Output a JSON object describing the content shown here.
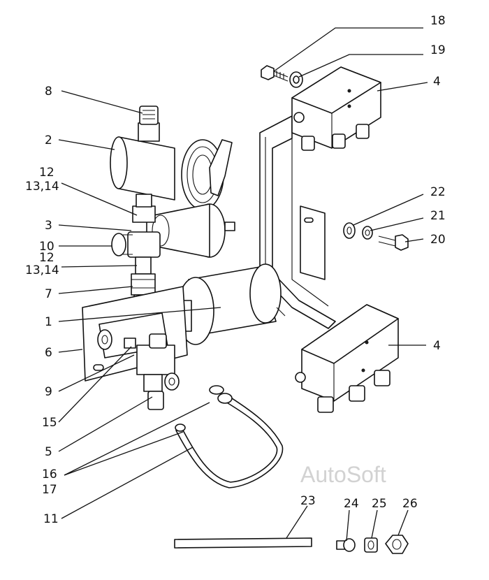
{
  "watermark": "AutoSoft",
  "callouts": [
    {
      "id": "c18",
      "text": "18"
    },
    {
      "id": "c19",
      "text": "19"
    },
    {
      "id": "c4a",
      "text": "4"
    },
    {
      "id": "c8",
      "text": "8"
    },
    {
      "id": "c2",
      "text": "2"
    },
    {
      "id": "c12a",
      "text": "12"
    },
    {
      "id": "c1314a",
      "text": "13,14"
    },
    {
      "id": "c3",
      "text": "3"
    },
    {
      "id": "c10",
      "text": "10"
    },
    {
      "id": "c12b",
      "text": "12"
    },
    {
      "id": "c1314b",
      "text": "13,14"
    },
    {
      "id": "c7",
      "text": "7"
    },
    {
      "id": "c1",
      "text": "1"
    },
    {
      "id": "c6",
      "text": "6"
    },
    {
      "id": "c9",
      "text": "9"
    },
    {
      "id": "c15",
      "text": "15"
    },
    {
      "id": "c5",
      "text": "5"
    },
    {
      "id": "c16",
      "text": "16"
    },
    {
      "id": "c17",
      "text": "17"
    },
    {
      "id": "c11",
      "text": "11"
    },
    {
      "id": "c22",
      "text": "22"
    },
    {
      "id": "c21",
      "text": "21"
    },
    {
      "id": "c20",
      "text": "20"
    },
    {
      "id": "c4b",
      "text": "4"
    },
    {
      "id": "c23",
      "text": "23"
    },
    {
      "id": "c24",
      "text": "24"
    },
    {
      "id": "c25",
      "text": "25"
    },
    {
      "id": "c26",
      "text": "26"
    }
  ]
}
